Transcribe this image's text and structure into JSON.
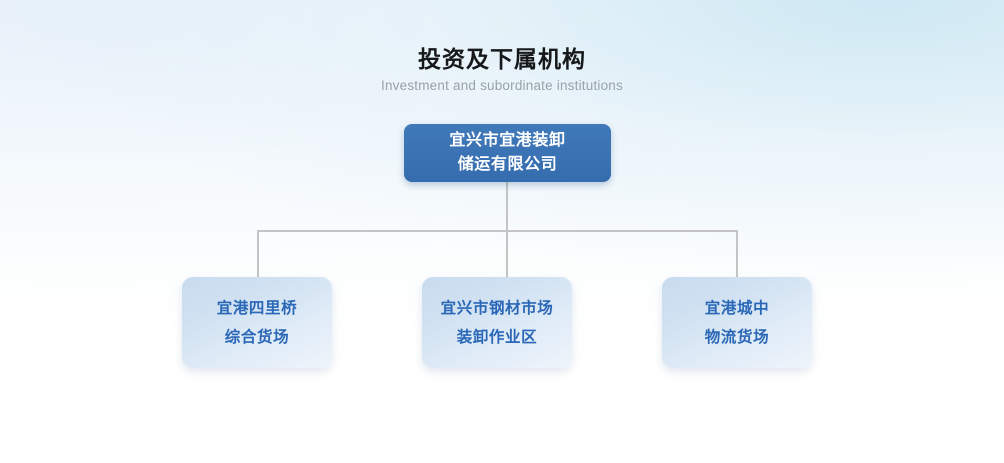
{
  "heading": {
    "title": "投资及下属机构",
    "subtitle": "Investment and subordinate institutions"
  },
  "colors": {
    "root_box": "#3b76b8",
    "root_text": "#ffffff",
    "child_box_start": "#c9dcef",
    "child_box_end": "#eef4fb",
    "child_text": "#2a67b7",
    "connector_line": "#c4c4c4",
    "title_text": "#16181a",
    "subtitle_text": "#9aa2a9",
    "background_top": "#eef5fa",
    "background_bottom": "#ffffff"
  },
  "org_chart": {
    "root": {
      "lines": [
        "宜兴市宜港装卸",
        "储运有限公司"
      ],
      "full_name": "宜兴市宜港装卸储运有限公司"
    },
    "children": [
      {
        "lines": [
          "宜港四里桥",
          "综合货场"
        ],
        "full_name": "宜港四里桥综合货场"
      },
      {
        "lines": [
          "宜兴市钢材市场",
          "装卸作业区"
        ],
        "full_name": "宜兴市钢材市场装卸作业区"
      },
      {
        "lines": [
          "宜港城中",
          "物流货场"
        ],
        "full_name": "宜港城中物流货场"
      }
    ]
  }
}
